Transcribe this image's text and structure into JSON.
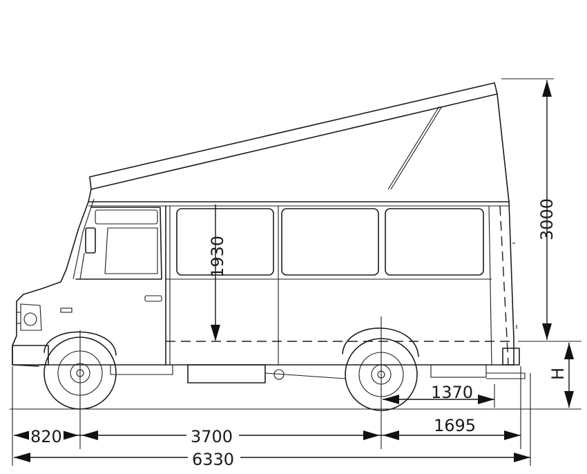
{
  "drawing": {
    "subject": "camper-van-side-elevation",
    "dimensions": {
      "pop_top_height": "3000",
      "interior_height": "1930",
      "front_overhang": "820",
      "wheelbase": "3700",
      "rear_overhang": "1695",
      "rear_step": "1370",
      "overall_length": "6330",
      "ground_clearance_symbol": "H"
    }
  }
}
